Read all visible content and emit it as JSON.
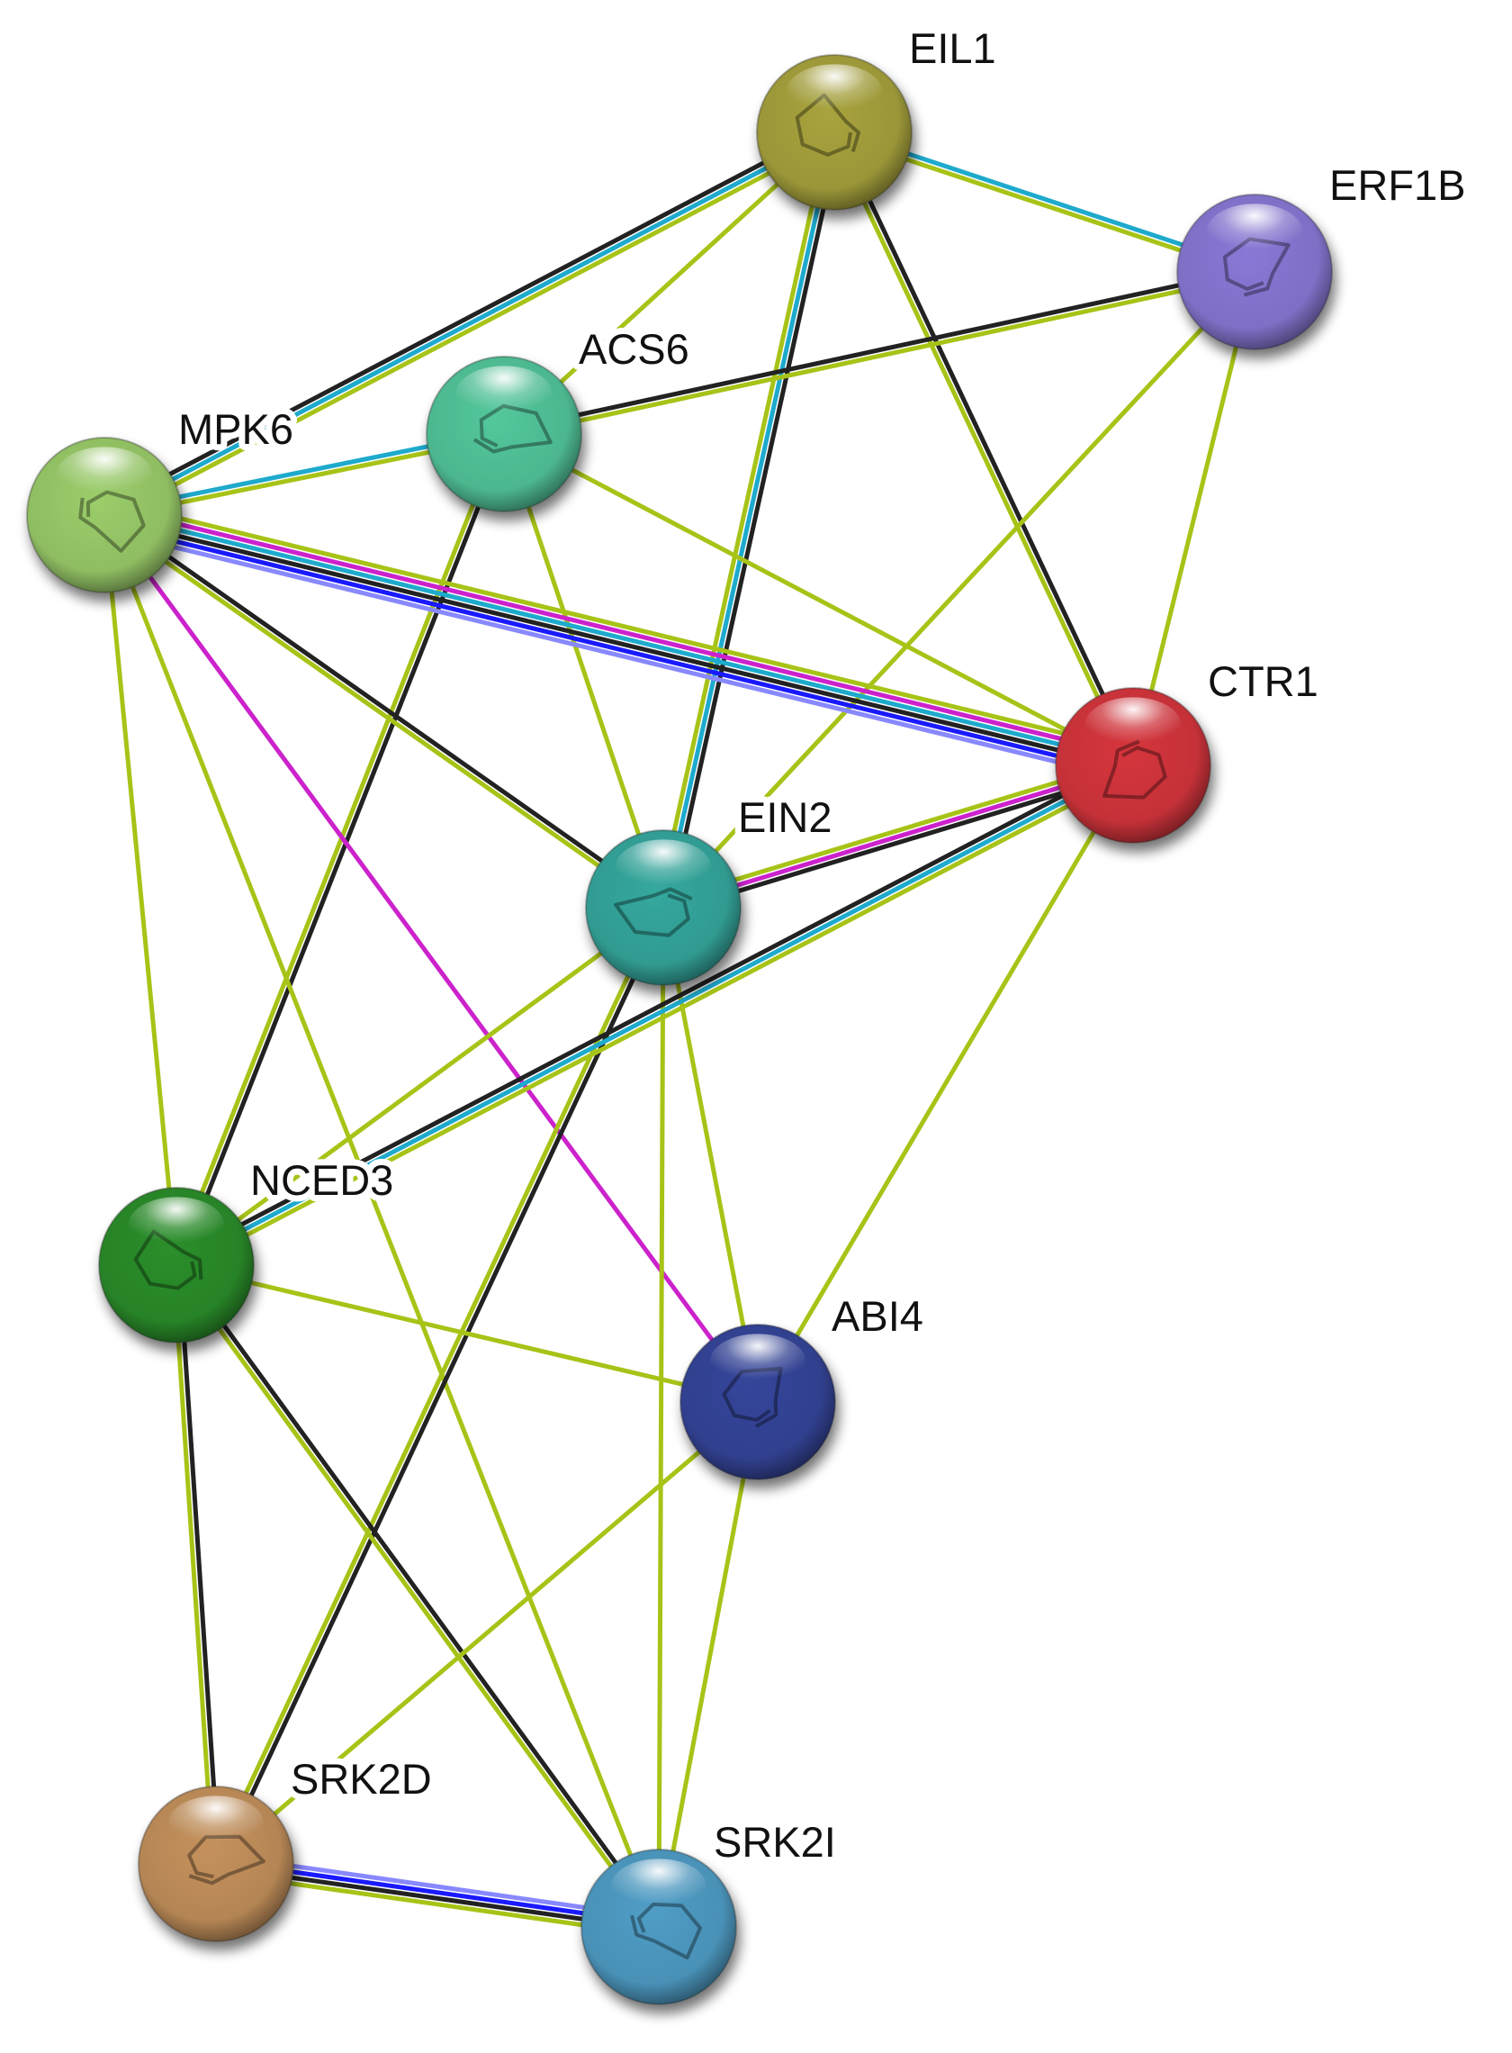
{
  "edge_colors": {
    "textmining": "#a7c317",
    "coexpression": "#222222",
    "database": "#1eaacc",
    "experiment": "#cc22cc",
    "neighborhood": "#1a1aff",
    "fusion": "#8888ff"
  },
  "nodes": [
    {
      "id": "EIL1",
      "label": "EIL1",
      "color": "#a8a33c"
    },
    {
      "id": "ERF1B",
      "label": "ERF1B",
      "color": "#8a78d6"
    },
    {
      "id": "ACS6",
      "label": "ACS6",
      "color": "#52c79b"
    },
    {
      "id": "MPK6",
      "label": "MPK6",
      "color": "#9bcd6b"
    },
    {
      "id": "CTR1",
      "label": "CTR1",
      "color": "#d6363e"
    },
    {
      "id": "EIN2",
      "label": "EIN2",
      "color": "#35a89e"
    },
    {
      "id": "NCED3",
      "label": "NCED3",
      "color": "#2c8e2c"
    },
    {
      "id": "ABI4",
      "label": "ABI4",
      "color": "#34449a"
    },
    {
      "id": "SRK2D",
      "label": "SRK2D",
      "color": "#c4915b"
    },
    {
      "id": "SRK2I",
      "label": "SRK2I",
      "color": "#4f9dc6"
    }
  ],
  "edges": [
    {
      "source": "MPK6",
      "target": "EIL1",
      "types": [
        "coexpression",
        "database",
        "textmining"
      ]
    },
    {
      "source": "ACS6",
      "target": "EIL1",
      "types": [
        "textmining"
      ]
    },
    {
      "source": "EIL1",
      "target": "ERF1B",
      "types": [
        "database",
        "textmining"
      ]
    },
    {
      "source": "EIL1",
      "target": "EIN2",
      "types": [
        "coexpression",
        "database",
        "textmining"
      ]
    },
    {
      "source": "EIL1",
      "target": "CTR1",
      "types": [
        "coexpression",
        "textmining"
      ]
    },
    {
      "source": "ACS6",
      "target": "ERF1B",
      "types": [
        "coexpression",
        "textmining"
      ]
    },
    {
      "source": "ERF1B",
      "target": "EIN2",
      "types": [
        "textmining"
      ]
    },
    {
      "source": "ERF1B",
      "target": "CTR1",
      "types": [
        "textmining"
      ]
    },
    {
      "source": "MPK6",
      "target": "ACS6",
      "types": [
        "database",
        "textmining"
      ]
    },
    {
      "source": "ACS6",
      "target": "EIN2",
      "types": [
        "textmining"
      ]
    },
    {
      "source": "ACS6",
      "target": "CTR1",
      "types": [
        "textmining"
      ]
    },
    {
      "source": "ACS6",
      "target": "NCED3",
      "types": [
        "coexpression",
        "textmining"
      ]
    },
    {
      "source": "MPK6",
      "target": "CTR1",
      "types": [
        "textmining",
        "experiment",
        "database",
        "coexpression",
        "neighborhood",
        "fusion"
      ]
    },
    {
      "source": "MPK6",
      "target": "EIN2",
      "types": [
        "coexpression",
        "textmining"
      ]
    },
    {
      "source": "MPK6",
      "target": "NCED3",
      "types": [
        "textmining"
      ]
    },
    {
      "source": "MPK6",
      "target": "ABI4",
      "types": [
        "experiment"
      ]
    },
    {
      "source": "MPK6",
      "target": "SRK2I",
      "types": [
        "textmining"
      ]
    },
    {
      "source": "EIN2",
      "target": "CTR1",
      "types": [
        "textmining",
        "experiment",
        "coexpression"
      ]
    },
    {
      "source": "EIN2",
      "target": "NCED3",
      "types": [
        "textmining"
      ]
    },
    {
      "source": "EIN2",
      "target": "ABI4",
      "types": [
        "textmining"
      ]
    },
    {
      "source": "EIN2",
      "target": "SRK2D",
      "types": [
        "coexpression",
        "textmining"
      ]
    },
    {
      "source": "EIN2",
      "target": "SRK2I",
      "types": [
        "textmining"
      ]
    },
    {
      "source": "CTR1",
      "target": "NCED3",
      "types": [
        "textmining",
        "database",
        "coexpression"
      ]
    },
    {
      "source": "CTR1",
      "target": "ABI4",
      "types": [
        "textmining"
      ]
    },
    {
      "source": "NCED3",
      "target": "ABI4",
      "types": [
        "textmining"
      ]
    },
    {
      "source": "NCED3",
      "target": "SRK2D",
      "types": [
        "coexpression",
        "textmining"
      ]
    },
    {
      "source": "NCED3",
      "target": "SRK2I",
      "types": [
        "coexpression",
        "textmining"
      ]
    },
    {
      "source": "ABI4",
      "target": "SRK2D",
      "types": [
        "textmining"
      ]
    },
    {
      "source": "ABI4",
      "target": "SRK2I",
      "types": [
        "textmining"
      ]
    },
    {
      "source": "SRK2D",
      "target": "SRK2I",
      "types": [
        "fusion",
        "neighborhood",
        "coexpression",
        "textmining"
      ]
    }
  ]
}
